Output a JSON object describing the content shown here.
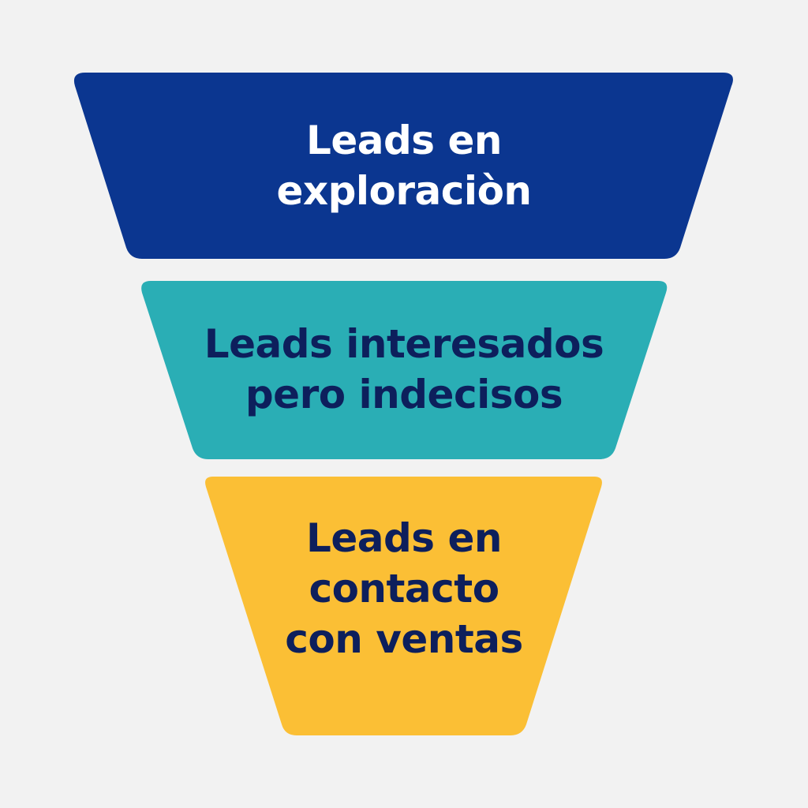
{
  "funnel": {
    "stages": [
      {
        "lines": [
          "Leads en",
          "exploraciòn"
        ],
        "fill": "#0b3690",
        "text_color": "#ffffff"
      },
      {
        "lines": [
          "Leads interesados",
          "pero indecisos"
        ],
        "fill": "#2aaeb5",
        "text_color": "#0d1f5c"
      },
      {
        "lines": [
          "Leads en",
          "contacto",
          "con ventas"
        ],
        "fill": "#fbbf35",
        "text_color": "#0d1f5c"
      }
    ]
  }
}
